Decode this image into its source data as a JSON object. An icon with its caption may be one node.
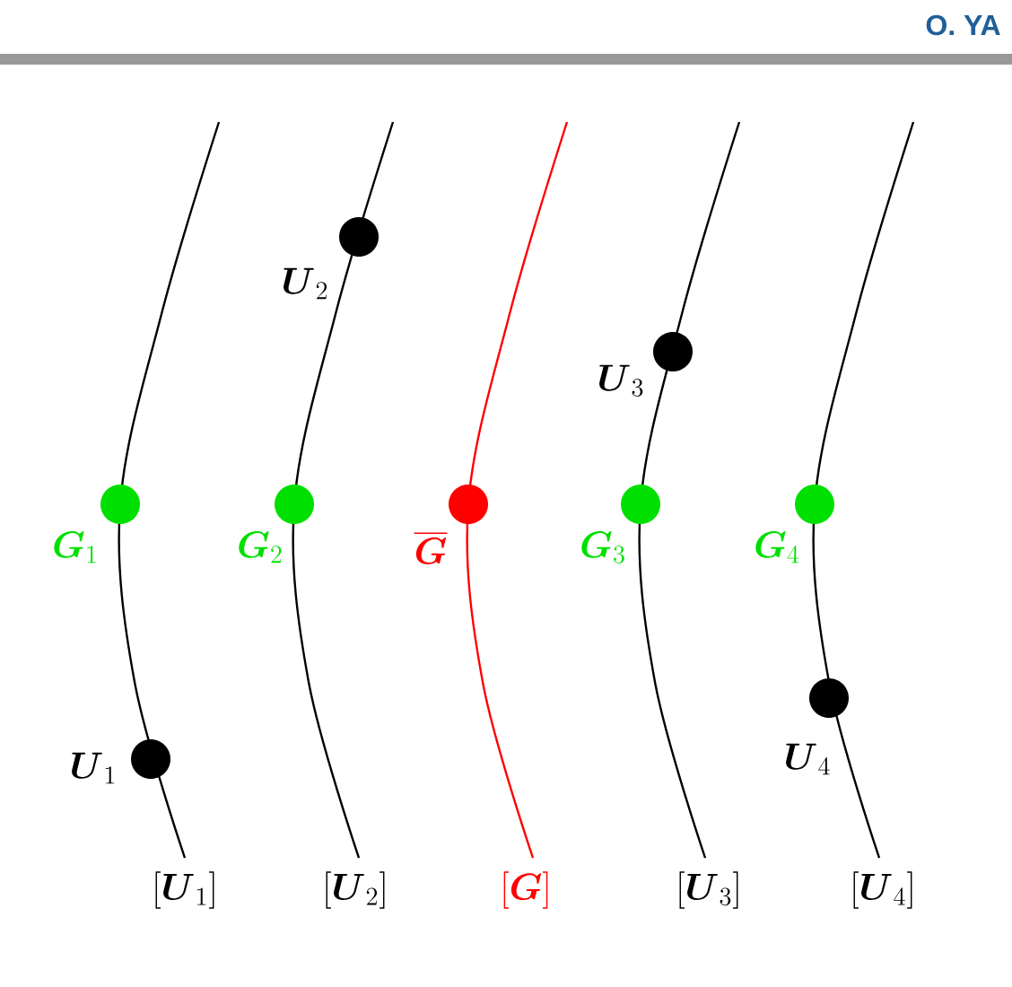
{
  "diagram": {
    "nodes": [
      {
        "text": [],
        "shape": "circle",
        "beside": [
          "\\boldsymbol{U}_2"
        ]
      },
      {
        "text": [],
        "shape": "circle",
        "beside": [
          "\\boldsymbol{U}_3"
        ]
      },
      {
        "text": [],
        "shape": "circle",
        "beside": [
          "\\boldsymbol{G}_1"
        ]
      },
      {
        "text": [],
        "shape": "circle",
        "beside": [
          "\\boldsymbol{G}_2"
        ]
      },
      {
        "text": [],
        "shape": "circle",
        "beside": [
          "\\overline{\\boldsymbol{G}}"
        ]
      },
      {
        "text": [],
        "shape": "circle",
        "beside": [
          "\\boldsymbol{G}_3"
        ]
      },
      {
        "text": [],
        "shape": "circle",
        "beside": [
          "\\boldsymbol{G}_4"
        ]
      },
      {
        "text": [],
        "shape": "circle",
        "beside": [
          "\\boldsymbol{U}_4"
        ]
      },
      {
        "text": [],
        "shape": "circle",
        "beside": [
          "\\boldsymbol{U}_1"
        ]
      }
    ],
    "labels": [
      "O. YA",
      "[\\boldsymbol{U}_1]",
      "[\\boldsymbol{U}_2]",
      "[\\boldsymbol{G}]",
      "[\\boldsymbol{U}_3]",
      "[\\boldsymbol{U}_4]"
    ]
  }
}
